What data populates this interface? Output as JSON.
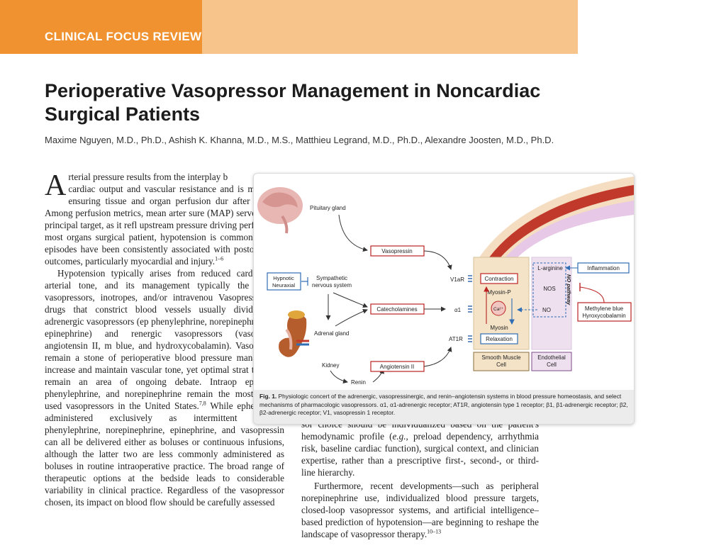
{
  "banner": {
    "label": "CLINICAL FOCUS REVIEW",
    "color_left": "#f0922f",
    "color_right": "#f7c58c"
  },
  "article": {
    "title_line1": "Perioperative Vasopressor Management in Noncardiac",
    "title_line2": "Surgical Patients",
    "authors": "Maxime Nguyen, M.D., Ph.D., Ashish K. Khanna, M.D., M.S., Matthieu Legrand, M.D., Ph.D., Alexandre Joosten, M.D., Ph.D."
  },
  "body": {
    "p1_dropcap": "A",
    "p1_line1": "rterial pressure results from the interplay b",
    "p1_line2": "cardiac output and vascular resistance and is",
    "p1_rest": "mental to ensuring tissue and organ perfusion dur after surgery. Among perfusion metrics, mean arter sure (MAP) serves as the principal target, as it refl upstream pressure driving perfusion in most organs surgical patient, hypotension is common, and pr episodes have been consistently associated with postoperative outcomes, particularly myocardial and injury.",
    "p1_ref": "1–6",
    "p2_text": "Hypotension typically arises from reduced card put or arterial tone, and its management typically the use of vasopressors, inotropes, and/or intravenou Vasopressors are drugs that constrict blood vessels usually divided into adrenergic vasopressors (ep phenylephrine, norepinephrine, and epinephrine) and renergic vasopressors (vasopressin, angiotensin II, m blue, and hydroxycobalamin). Vasopressors remain a stone of perioperative blood pressure management increase and maintain vascular tone, yet optimal strat their use remain an area of ongoing debate. Intraop ephedrine, phenylephrine, and norepinephrine remain the most widely used vasopressors in the United States.",
    "p2_ref": "7,8",
    "p2_cont": " While ephedrine is administered exclusively as intermittent boluses, phenylephrine, norepinephrine, epinephrine, and vasopressin can all be delivered either as boluses or continuous infusions, although the latter two are less commonly administered as boluses in routine intraoperative practice. The broad range of therapeutic options at the bedside leads to considerable variability in clinical practice. Regardless of the vasopressor chosen, its impact on blood flow should be carefully assessed",
    "r1_line1": "sor choice should be individualized based on the patient's",
    "r1_line2_a": "hemodynamic profile (",
    "r1_line2_eg": "e.g.",
    "r1_line2_b": ", preload dependency, arrhythmia",
    "r1_line3": "risk, baseline cardiac function), surgical context, and clinician",
    "r1_line4": "expertise, rather than a prescriptive first-, second-, or third-",
    "r1_line5": "line hierarchy.",
    "r2_text": "Furthermore, recent developments—such as peripheral norepinephrine use, individualized blood pressure targets, closed-loop vasopressor systems, and artificial intelligence–based prediction of hypotension—are beginning to reshape the landscape of vasopressor therapy.",
    "r2_ref": "10–13"
  },
  "figure": {
    "labels": {
      "pituitary": "Pituitary gland",
      "vasopressin": "Vasopressin",
      "hypnotic1": "Hypnotic",
      "hypnotic2": "Neuraxial",
      "sympathetic1": "Sympathetic",
      "sympathetic2": "nervous system",
      "catecholamines": "Catecholamines",
      "adrenal": "Adrenal gland",
      "kidney": "Kidney",
      "renin": "Renin",
      "angiotensin": "Angiotensin II",
      "v1ar": "V1aR",
      "alpha1": "α1",
      "at1r": "AT1R",
      "contraction": "Contraction",
      "myosin_p": "Myosin-P",
      "ca": "Ca²⁺",
      "myosin": "Myosin",
      "relaxation": "Relaxation",
      "smooth1": "Smooth Muscle",
      "smooth2": "Cell",
      "l_arginine": "L-arginine",
      "nos": "NOS",
      "no": "NO",
      "no_pathway": "NO pathway",
      "endo1": "Endothelial",
      "endo2": "Cell",
      "inflammation": "Inflammation",
      "mb1": "Methylene blue",
      "mb2": "Hyroxycobalamin"
    },
    "caption_label": "Fig. 1.",
    "caption_text": "Physiologic concert of the adrenergic, vasopressinergic, and renin–angiotensin systems in blood pressure homeostasis, and select mechanisms of pharmacologic vasopressors. α1, α1-adrenergic receptor; AT1R, angiotensin type 1 receptor; β1, β1-adrenergic receptor; β2, β2-adrenergic receptor; V1, vasopressin 1 receptor."
  }
}
